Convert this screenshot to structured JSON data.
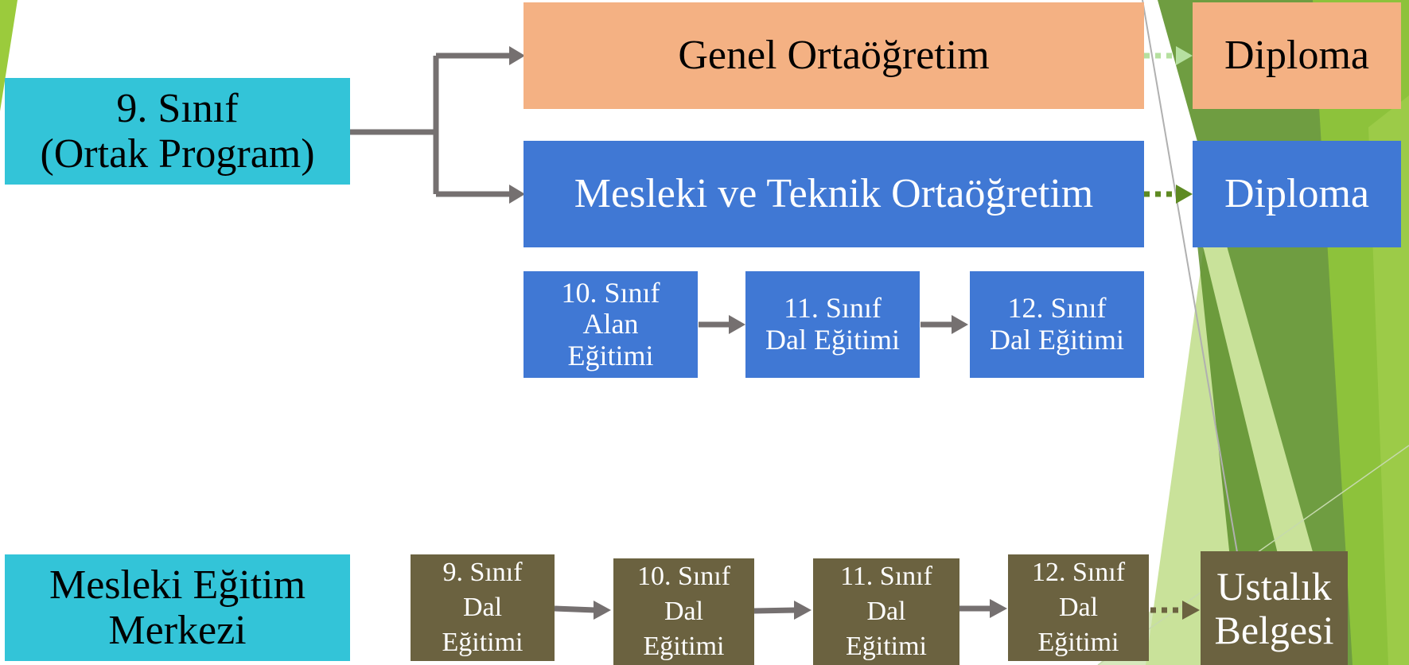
{
  "left_boxes": {
    "ninth_grade": {
      "line1": "9. Sınıf",
      "line2": "(Ortak Program)"
    },
    "vocational_center": {
      "line1": "Mesleki Eğitim",
      "line2": "Merkezi"
    }
  },
  "tracks": {
    "general": {
      "label": "Genel Ortaöğretim",
      "result": "Diploma"
    },
    "vocational": {
      "label": "Mesleki ve Teknik Ortaöğretim",
      "result": "Diploma"
    }
  },
  "vocational_steps": [
    {
      "lines": [
        "10. Sınıf",
        "Alan",
        "Eğitimi"
      ]
    },
    {
      "lines": [
        "11. Sınıf",
        "Dal Eğitimi"
      ]
    },
    {
      "lines": [
        "12. Sınıf",
        "Dal Eğitimi"
      ]
    }
  ],
  "apprentice_steps": [
    {
      "lines": [
        "9. Sınıf",
        "Dal",
        "Eğitimi"
      ]
    },
    {
      "lines": [
        "10. Sınıf",
        "Dal",
        "Eğitimi"
      ]
    },
    {
      "lines": [
        "11. Sınıf",
        "Dal",
        "Eğitimi"
      ]
    },
    {
      "lines": [
        "12. Sınıf",
        "Dal",
        "Eğitimi"
      ]
    }
  ],
  "apprentice_result": {
    "line1": "Ustalık",
    "line2": "Belgesi"
  },
  "colors": {
    "cyan": "#33c4d8",
    "orange": "#f4b183",
    "blue": "#4078d4",
    "brown": "#6b6240",
    "arrow_gray": "#757070",
    "dotted_light_green": "#b6e0a0",
    "dotted_green": "#5e8a22",
    "dotted_brown": "#6b6240"
  }
}
